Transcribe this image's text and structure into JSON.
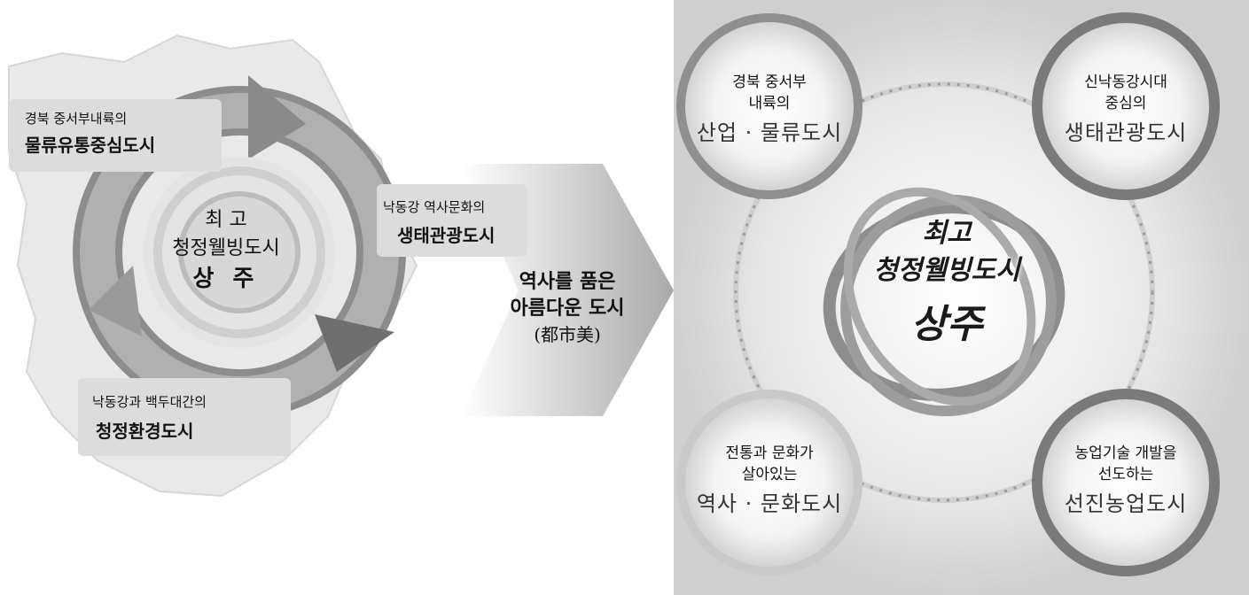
{
  "left": {
    "center": {
      "line1": "최 고",
      "line2": "청정웰빙도시",
      "line3": "상 주"
    },
    "box_top": {
      "line1": "경북  중서부내륙의",
      "line2": "물류유통중심도시"
    },
    "box_right": {
      "line1": "낙동강  역사문화의",
      "line2": "생태관광도시"
    },
    "box_bottom": {
      "line1": "낙동강과  백두대간의",
      "line2": "청정환경도시"
    }
  },
  "arrow": {
    "line1": "역사를 품은",
    "line2": "아름다운 도시",
    "line3": "(都市美)"
  },
  "right": {
    "center": {
      "line1": "최고",
      "line2": "청정웰빙도시",
      "line3": "상주"
    },
    "circles": [
      {
        "line1": "경북 중서부",
        "line2": "내륙의",
        "line3": "산업 · 물류도시"
      },
      {
        "line1": "신낙동강시대",
        "line2": "중심의",
        "line3": "생태관광도시"
      },
      {
        "line1": "전통과 문화가",
        "line2": "살아있는",
        "line3": "역사 · 문화도시"
      },
      {
        "line1": "농업기술 개발을",
        "line2": "선도하는",
        "line3": "선진농업도시"
      }
    ]
  }
}
